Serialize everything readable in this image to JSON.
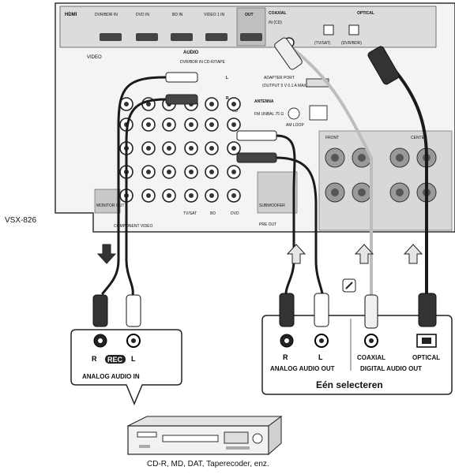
{
  "receiver": {
    "model": "VSX-826",
    "hdmi_label": "HDMI",
    "hdmi_inputs": [
      "DVR/BDR IN",
      "DVD IN",
      "BD IN",
      "VIDEO 1 IN"
    ],
    "hdmi_out": "OUT",
    "coaxial_label": "COAXIAL",
    "coaxial_sub": "IN  (CD)",
    "optical_label": "OPTICAL",
    "optical_sub1": "(TV/SAT)",
    "optical_sub2": "(DVR/BDR)",
    "video_label": "VIDEO",
    "audio_label": "AUDIO",
    "audio_sub": "DVR/BDR IN  CD-R/TAPE",
    "adapter_label": "ADAPTER PORT",
    "adapter_sub": "(OUTPUT 5 V  0.1 A MAX)",
    "antenna_label": "ANTENNA",
    "antenna_fm": "FM UNBAL 75 Ω",
    "antenna_am": "AM LOOP",
    "front_label": "FRONT",
    "center_label": "CENTER",
    "subwoofer_label": "SUBWOOFER",
    "preout_label": "PRE OUT",
    "component_label": "COMPONENT VIDEO",
    "bottom_jacks": [
      "TV/SAT",
      "BD",
      "DVD"
    ],
    "monitor_out": "MONITOR OUT",
    "cd_label": "CD",
    "r": "R",
    "l": "L"
  },
  "source_device": {
    "panel_title": "ANALOG AUDIO IN",
    "rec_badge": "REC",
    "r": "R",
    "l": "L",
    "caption": "CD-R, MD, DAT, Taperecoder, enz."
  },
  "output_panel": {
    "analog_title": "ANALOG AUDIO OUT",
    "digital_title": "DIGITAL AUDIO OUT",
    "coaxial": "COAXIAL",
    "optical": "OPTICAL",
    "r": "R",
    "l": "L",
    "select_one": "Eén selecteren"
  },
  "colors": {
    "panel_gray": "#d6d6d6",
    "jack_dark": "#2a2a2a",
    "cable_black": "#1a1a1a",
    "cable_gray": "#c8c8c8"
  }
}
